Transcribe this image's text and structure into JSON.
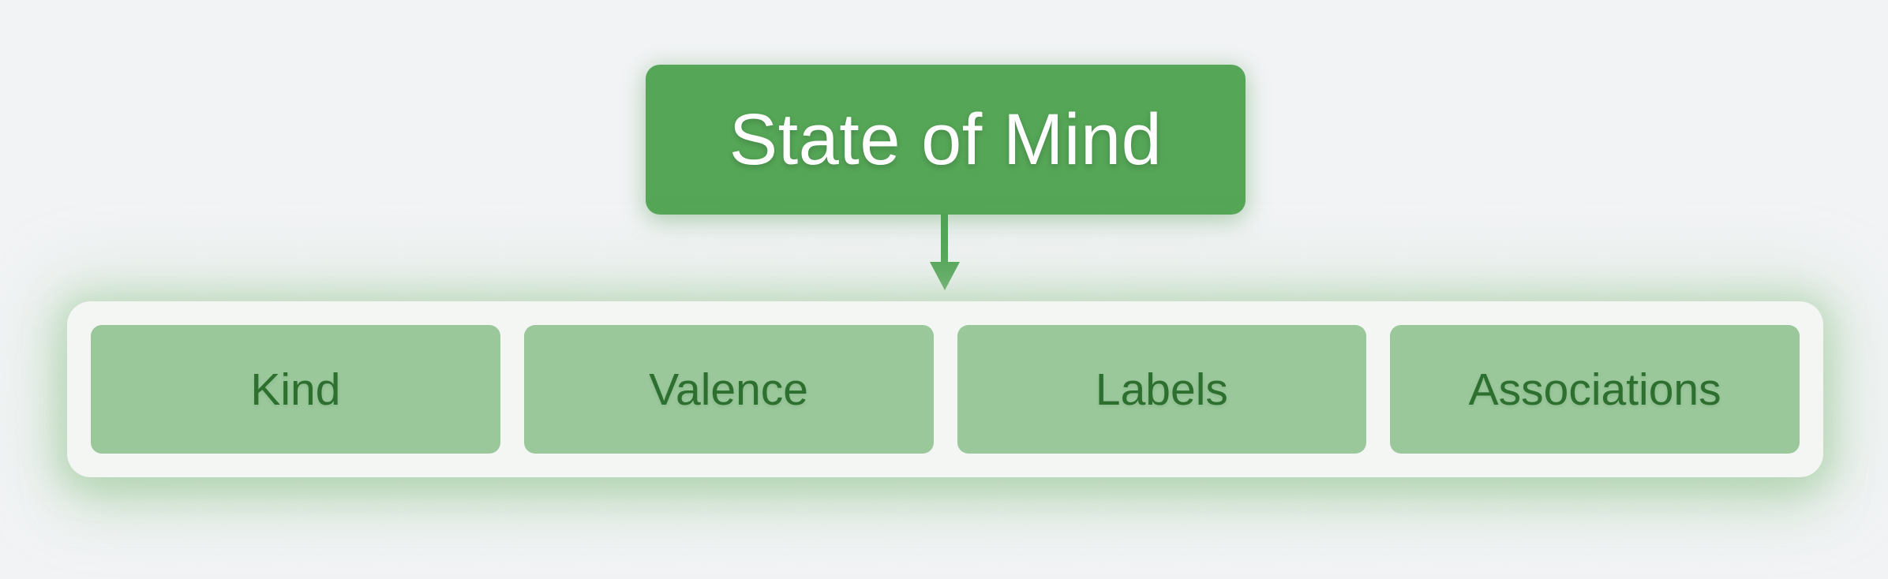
{
  "diagram": {
    "root": {
      "label": "State of Mind"
    },
    "connector": {
      "type": "arrow-down"
    },
    "children": [
      {
        "label": "Kind"
      },
      {
        "label": "Valence"
      },
      {
        "label": "Labels"
      },
      {
        "label": "Associations"
      }
    ],
    "colors": {
      "background": "#f1f3f4",
      "root_fill": "#55a657",
      "root_text": "#ffffff",
      "arrow": "#4fa254",
      "container_fill": "#f4f6f4",
      "container_glow": "#a8d0a5",
      "child_fill": "#9ac89b",
      "child_text": "#2d6f2f"
    }
  }
}
